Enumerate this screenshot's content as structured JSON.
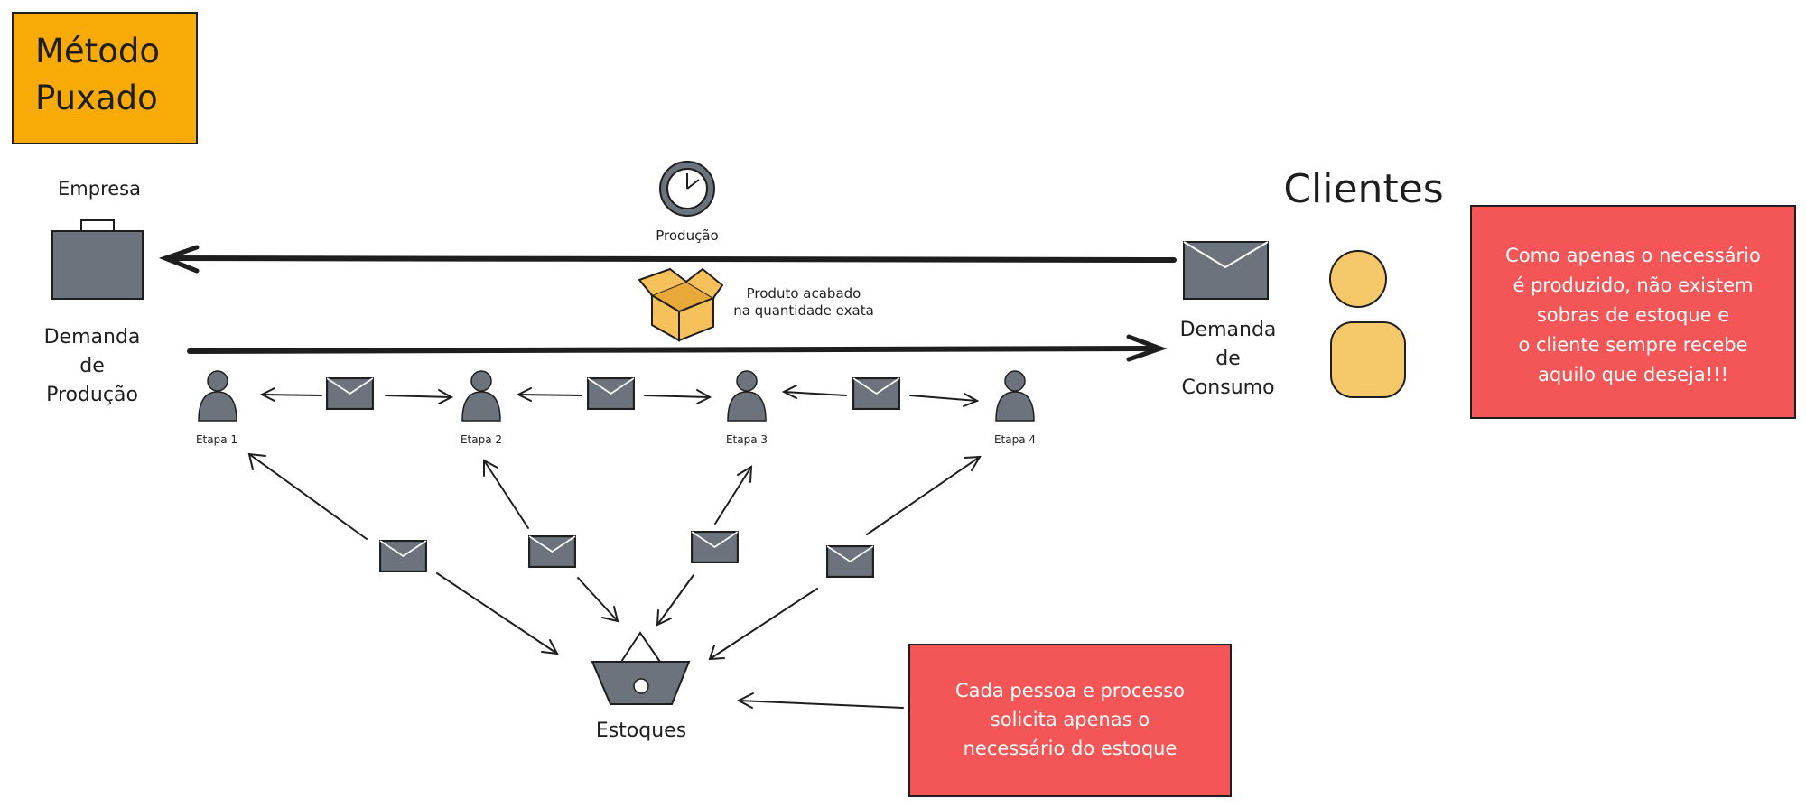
{
  "title": {
    "line1": "Método",
    "line2": "Puxado"
  },
  "colors": {
    "title_bg": "#f8ab07",
    "note_bg": "#f45556",
    "icon_fill": "#6c737c",
    "client_fill": "#f5c96a",
    "box_fill": "#f6c05a"
  },
  "labels": {
    "empresa": "Empresa",
    "clientes": "Clientes",
    "producao_clock": "Produção",
    "produto_line1": "Produto acabado",
    "produto_line2": "na quantidade exata",
    "demanda_producao": [
      "Demanda",
      "de",
      "Produção"
    ],
    "demanda_consumo": [
      "Demanda",
      "de",
      "Consumo"
    ],
    "estoques": "Estoques",
    "etapas": [
      "Etapa 1",
      "Etapa 2",
      "Etapa 3",
      "Etapa 4"
    ]
  },
  "notes": {
    "clientes_note": [
      "Como apenas o necessário",
      "é produzido, não existem",
      "sobras de estoque e",
      "o cliente sempre recebe",
      "aquilo que deseja!!!"
    ],
    "estoque_note": [
      "Cada pessoa e processo",
      "solicita apenas o",
      "necessário do estoque"
    ]
  },
  "icons": [
    "briefcase-icon",
    "clock-icon",
    "open-box-icon",
    "envelope-icon",
    "person-icon",
    "basket-icon"
  ]
}
